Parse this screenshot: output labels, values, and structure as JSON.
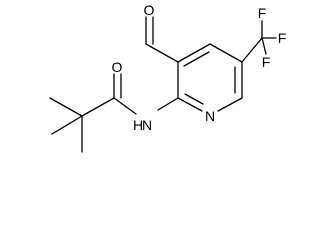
{
  "atoms": {
    "o_aldehyde": "O",
    "o_amide": "O",
    "n_amide": "N",
    "h_amide": "H",
    "n_ring": "N",
    "f_top": "F",
    "f_right": "F",
    "f_lower": "F"
  },
  "colors": {
    "bond": "#000000",
    "label": "#000000",
    "background": "#ffffff"
  }
}
